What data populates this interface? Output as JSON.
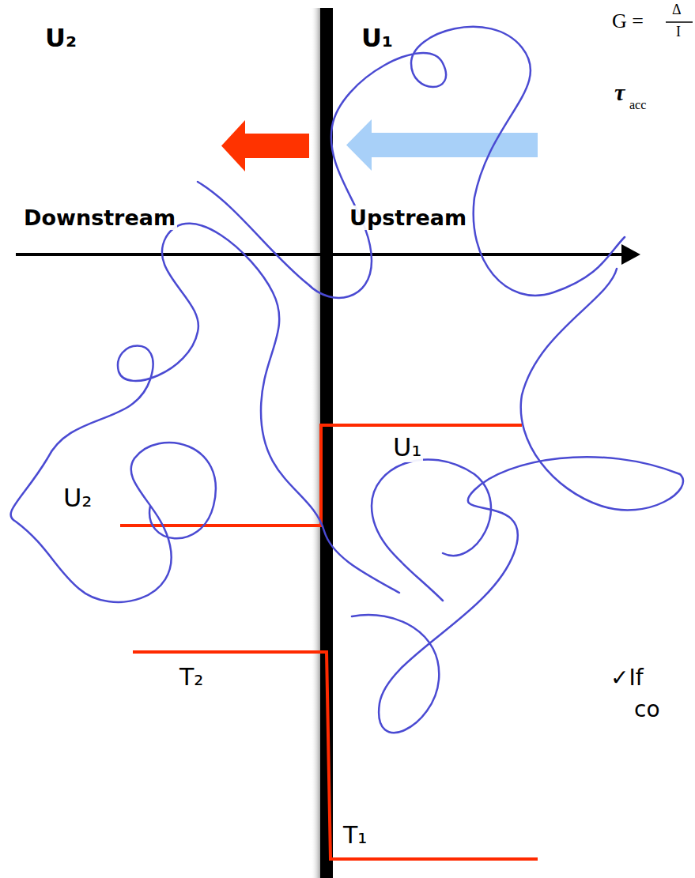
{
  "diagram": {
    "labels": [
      "U₂",
      "U₁",
      "Downstream",
      "Upstream",
      "U₁",
      "U₂",
      "T₂",
      "T₁",
      "G =",
      "Δ",
      "I",
      "τ",
      "acc",
      "✓If",
      "co"
    ]
  }
}
